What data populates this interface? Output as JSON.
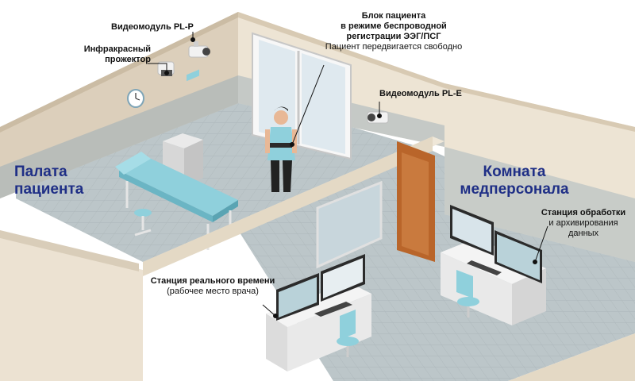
{
  "rooms": {
    "patient_room": {
      "line1": "Палата",
      "line2": "пациента"
    },
    "staff_room": {
      "line1": "Комната",
      "line2": "медперсонала"
    }
  },
  "labels": {
    "video_module_p": "Видеомодуль PL-P",
    "ir_projector": {
      "line1": "Инфракрасный",
      "line2": "прожектор"
    },
    "patient_unit": {
      "line1": "Блок пациента",
      "line2": "в режиме беспроводной",
      "line3": "регистрации ЭЭГ/ПСГ",
      "line4": "Пациент передвигается свободно"
    },
    "video_module_e": "Видеомодуль PL-E",
    "realtime_station": {
      "line1": "Станция реального времени",
      "line2": "(рабочее место врача)"
    },
    "processing_station": {
      "line1": "Станция обработки",
      "line2": "и архивирования",
      "line3": "данных"
    }
  },
  "colors": {
    "wall_top": "#ece2d2",
    "wall_side": "#d9cdb9",
    "floor": "#b9c3c6",
    "room_text": "#1f2f86",
    "furniture_teal": "#8fd0dc",
    "door": "#b9652a"
  },
  "icons": [
    "camera-icon",
    "ir-projector-icon",
    "clock-icon",
    "monitor-icon"
  ]
}
